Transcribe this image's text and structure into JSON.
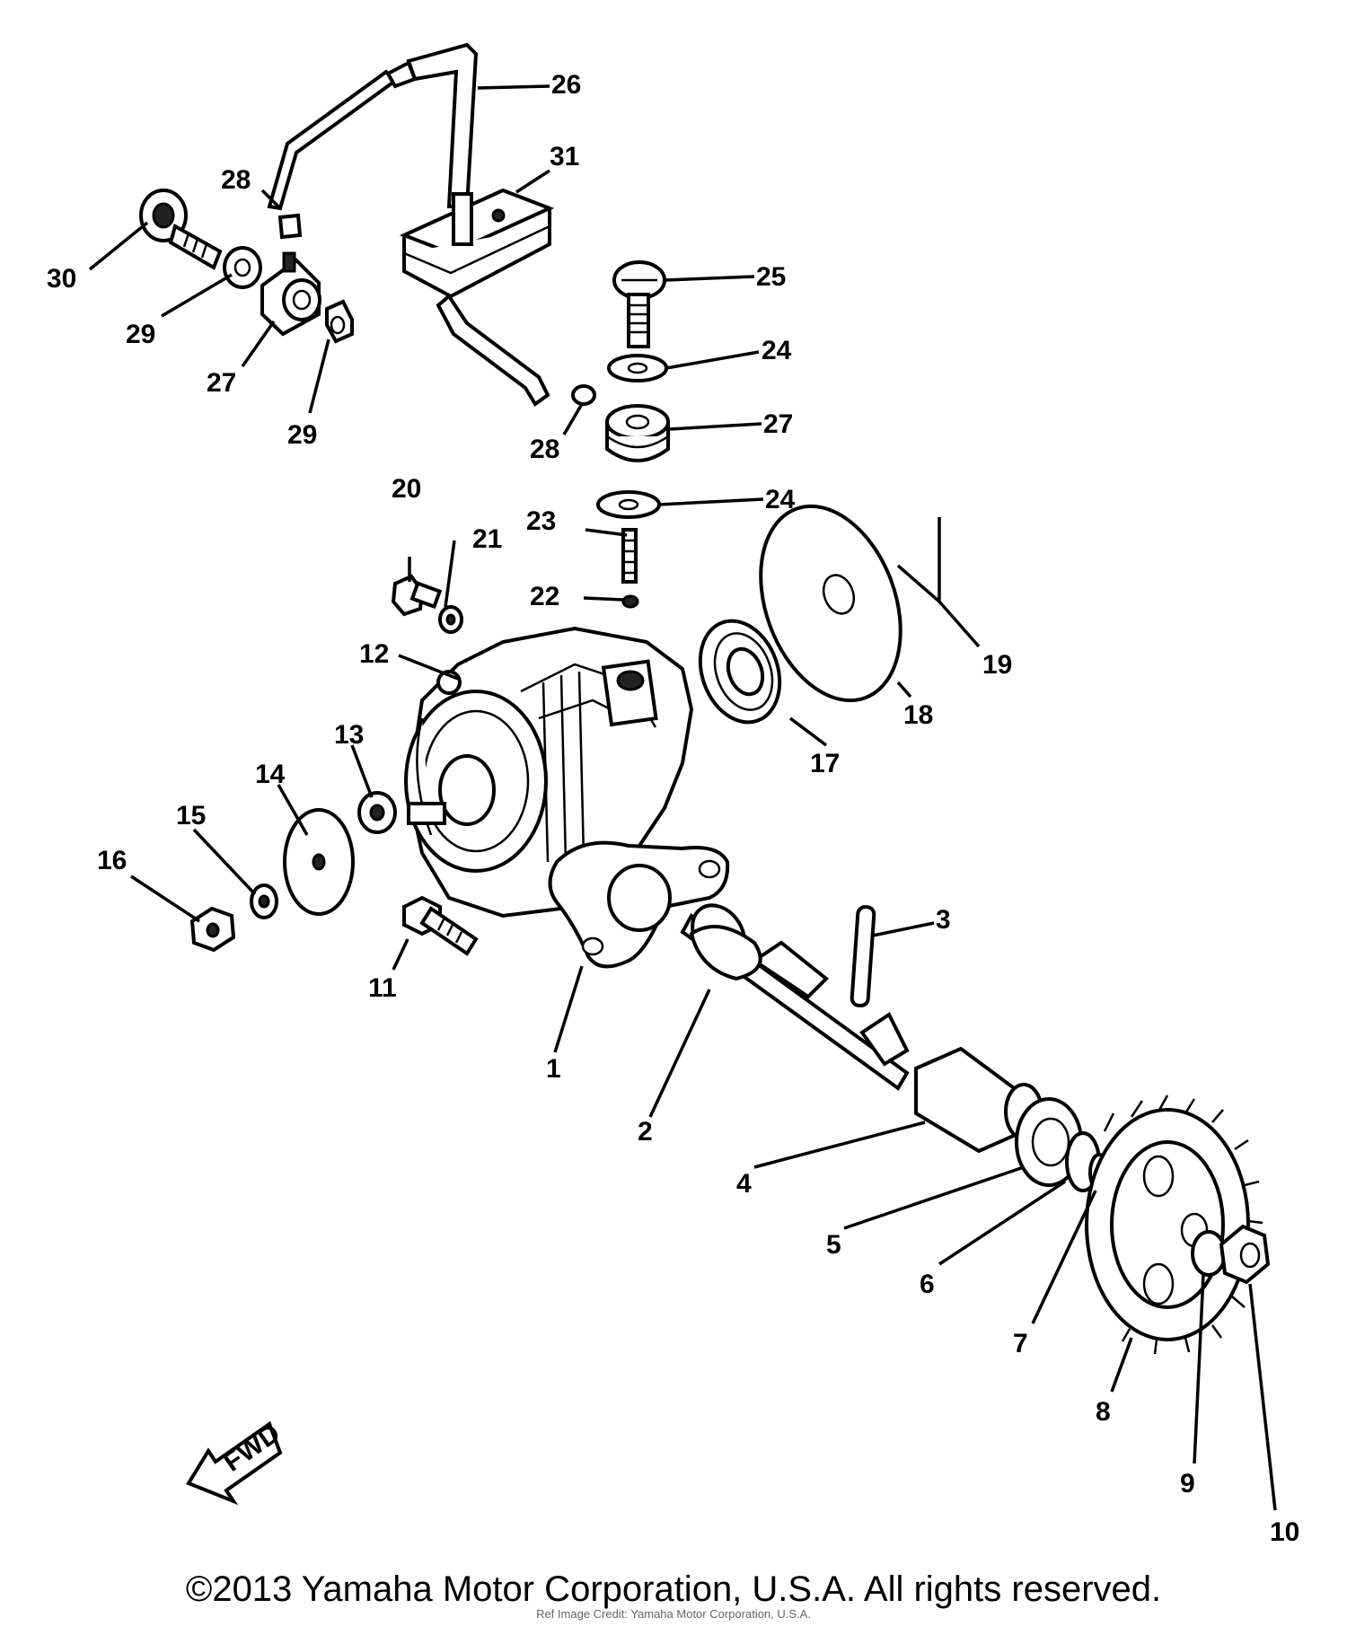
{
  "copyright": "©2013 Yamaha Motor Corporation, U.S.A. All rights reserved.",
  "watermark": "Ref Image Credit: Yamaha Motor Corporation, U.S.A.",
  "front_marker": "FWD",
  "callouts": {
    "c1": "1",
    "c2": "2",
    "c3": "3",
    "c4": "4",
    "c5": "5",
    "c6": "6",
    "c7": "7",
    "c8": "8",
    "c9": "9",
    "c10": "10",
    "c11": "11",
    "c12": "12",
    "c13": "13",
    "c14": "14",
    "c15": "15",
    "c16": "16",
    "c17": "17",
    "c18": "18",
    "c19": "19",
    "c20": "20",
    "c21": "21",
    "c22": "22",
    "c23": "23",
    "c24a": "24",
    "c24b": "24",
    "c25": "25",
    "c26": "26",
    "c27a": "27",
    "c27b": "27",
    "c28a": "28",
    "c28b": "28",
    "c29a": "29",
    "c29b": "29",
    "c30": "30",
    "c31": "31"
  }
}
